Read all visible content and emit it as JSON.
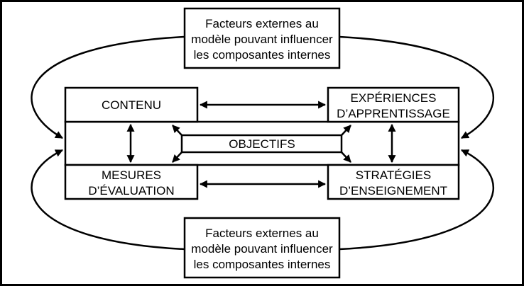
{
  "external_top": {
    "line1": "Facteurs externes au",
    "line2": "modèle pouvant influencer",
    "line3": "les composantes internes"
  },
  "external_bottom": {
    "line1": "Facteurs externes au",
    "line2": "modèle pouvant influencer",
    "line3": "les composantes internes"
  },
  "boxes": {
    "contenu": "CONTENU",
    "experiences_line1": "EXPÉRIENCES",
    "experiences_line2": "D’APPRENTISSAGE",
    "objectifs": "OBJECTIFS",
    "mesures_line1": "MESURES",
    "mesures_line2": "D’ÉVALUATION",
    "strategies_line1": "STRATÉGIES",
    "strategies_line2": "D’ENSEIGNEMENT"
  }
}
